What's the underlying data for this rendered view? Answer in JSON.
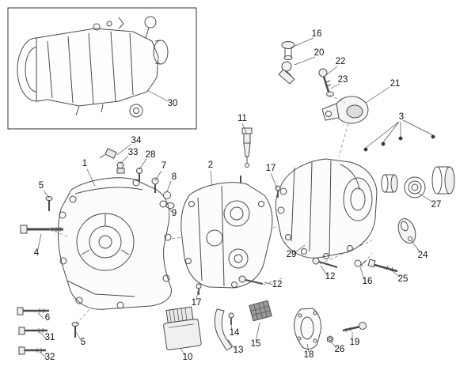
{
  "diagram": {
    "background": "#ffffff",
    "line_color": "#4a4a4a",
    "label_color": "#111111",
    "callouts": [
      {
        "label": "16"
      },
      {
        "label": "20"
      },
      {
        "label": "22"
      },
      {
        "label": "23"
      },
      {
        "label": "21"
      },
      {
        "label": "3"
      },
      {
        "label": "11"
      },
      {
        "label": "17"
      },
      {
        "label": "34"
      },
      {
        "label": "33"
      },
      {
        "label": "28"
      },
      {
        "label": "1"
      },
      {
        "label": "7"
      },
      {
        "label": "8"
      },
      {
        "label": "2"
      },
      {
        "label": "5"
      },
      {
        "label": "9"
      },
      {
        "label": "4"
      },
      {
        "label": "29"
      },
      {
        "label": "12"
      },
      {
        "label": "16"
      },
      {
        "label": "25"
      },
      {
        "label": "24"
      },
      {
        "label": "27"
      },
      {
        "label": "12"
      },
      {
        "label": "17"
      },
      {
        "label": "6"
      },
      {
        "label": "31"
      },
      {
        "label": "32"
      },
      {
        "label": "5"
      },
      {
        "label": "10"
      },
      {
        "label": "13"
      },
      {
        "label": "14"
      },
      {
        "label": "15"
      },
      {
        "label": "18"
      },
      {
        "label": "26"
      },
      {
        "label": "19"
      },
      {
        "label": "30"
      }
    ]
  }
}
